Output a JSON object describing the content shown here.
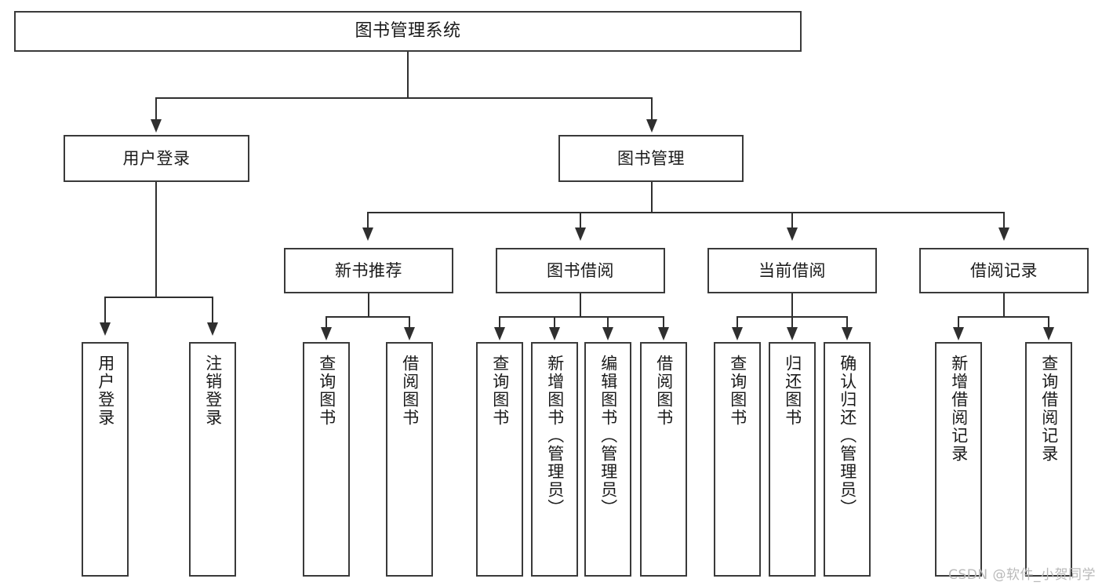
{
  "diagram": {
    "title": "图书管理系统",
    "type": "tree-hierarchy-diagram",
    "watermark": "CSDN @软件_小贺同学",
    "colors": {
      "box_border": "#3a3a3a",
      "box_fill": "#ffffff",
      "connector": "#2f2f2f",
      "text": "#1a1a1a",
      "watermark": "#b9b9b9",
      "background": "#ffffff"
    },
    "root": {
      "label": "图书管理系统"
    },
    "level2": [
      {
        "id": "user-login",
        "label": "用户登录"
      },
      {
        "id": "book-management",
        "label": "图书管理"
      }
    ],
    "level3": [
      {
        "id": "new-book-recommend",
        "label": "新书推荐"
      },
      {
        "id": "book-borrow",
        "label": "图书借阅"
      },
      {
        "id": "current-borrow",
        "label": "当前借阅"
      },
      {
        "id": "borrow-record",
        "label": "借阅记录"
      }
    ],
    "leaves": {
      "user_login": [
        {
          "id": "leaf-user-login",
          "label": "用户登录"
        },
        {
          "id": "leaf-logout-login",
          "label": "注销登录"
        }
      ],
      "new_book_recommend": [
        {
          "id": "leaf-query-book-1",
          "label": "查询图书"
        },
        {
          "id": "leaf-borrow-book-1",
          "label": "借阅图书"
        }
      ],
      "book_borrow": [
        {
          "id": "leaf-query-book-2",
          "label": "查询图书"
        },
        {
          "id": "leaf-add-book",
          "label": "新增图书（管理员）"
        },
        {
          "id": "leaf-edit-book",
          "label": "编辑图书（管理员）"
        },
        {
          "id": "leaf-borrow-book-2",
          "label": "借阅图书"
        }
      ],
      "current_borrow": [
        {
          "id": "leaf-query-book-3",
          "label": "查询图书"
        },
        {
          "id": "leaf-return-book",
          "label": "归还图书"
        },
        {
          "id": "leaf-confirm-return",
          "label": "确认归还（管理员）"
        }
      ],
      "borrow_record": [
        {
          "id": "leaf-add-record",
          "label": "新增借阅记录"
        },
        {
          "id": "leaf-query-record",
          "label": "查询借阅记录"
        }
      ]
    }
  }
}
